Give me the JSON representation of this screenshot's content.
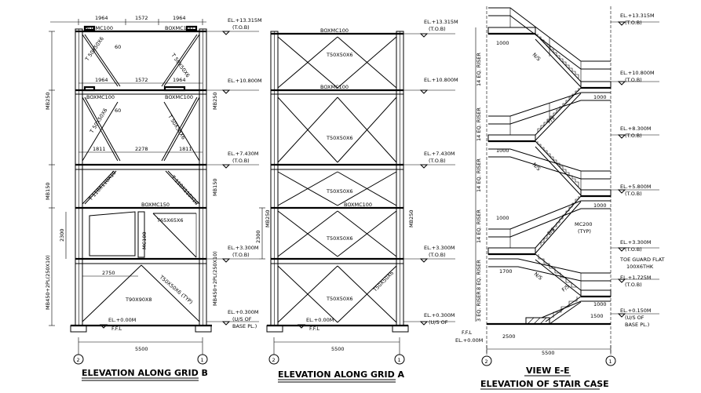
{
  "elevation_b": {
    "title": "ELEVATION ALONG GRID B",
    "grid_left": "2",
    "grid_right": "1",
    "overall_width": "5500",
    "top_dims": [
      "1964",
      "1572",
      "1964"
    ],
    "mid_dims": [
      "1964",
      "1572",
      "1964"
    ],
    "low_dims": [
      "1811",
      "2278",
      "1811"
    ],
    "beam_top_left": "BOXMC100",
    "beam_top_right": "BOXMC100",
    "beam_mid_left": "BOXMC100",
    "beam_mid_right": "BOXMC100",
    "beam_box150": "BOXMC150",
    "brace_top_l": "T 50X50X6",
    "brace_top_r": "T 50X50X6",
    "brace_mid_l": "T 50X50X6",
    "brace_mid_r": "T 50X50X6",
    "brace_low_l": "T 110X110X10",
    "brace_low_r": "T 110X110X10",
    "brace_bot": "T90X90X8",
    "brace_side": "T65X65X6",
    "brace_typ": "T50X50X6 (TYP)",
    "mc100": "MC100",
    "panel_2750": "2750",
    "panel_2300": "2300",
    "col_left_top": "MB250",
    "col_left_mid": "MB150",
    "col_left_bot": "MB450+2PL(250X10)",
    "col_right_top": "MB250",
    "col_right_mid": "MB150",
    "col_right_bot": "MB450+2PL(250X10)",
    "dim_60a": "60",
    "dim_60b": "60",
    "el_1": "EL.+13.315M",
    "el_1b": "(T.O.B)",
    "el_2": "EL.+10.800M",
    "el_3": "EL.+7.430M",
    "el_3b": "(T.O.B)",
    "el_4": "EL.+3.300M",
    "el_4b": "(T.O.B)",
    "el_5": "EL.+0.300M",
    "el_5b": "(U/S OF",
    "el_5c": "BASE PL.)",
    "ffl_el": "EL.+0.00M",
    "ffl": "F.F.L"
  },
  "elevation_a": {
    "title": "ELEVATION ALONG GRID A",
    "grid_left": "2",
    "grid_right": "1",
    "overall_width": "5500",
    "beam_1": "BOXMC100",
    "beam_2": "BOXMC100",
    "beam_3": "BOXMC100",
    "brace_1": "T50X50X6",
    "brace_2": "T50X50X6",
    "brace_3": "T50X50X6",
    "brace_4": "T50X50X6",
    "brace_5": "T50X50X6",
    "brace_6": "T50X50X6",
    "col_left": "MB250",
    "col_right": "MB250",
    "panel_2300": "2300",
    "el_1": "EL.+13.315M",
    "el_1b": "(T.O.B)",
    "el_2": "EL.+10.800M",
    "el_3": "EL.+7.430M",
    "el_3b": "(T.O.B)",
    "el_4": "EL.+3.300M",
    "el_4b": "(T.O.B)",
    "el_5": "EL.+0.300M",
    "el_5b": "(U/S OF",
    "ffl_el": "EL.+0.00M",
    "ffl": "F.F.L"
  },
  "stair": {
    "title": "VIEW E-E",
    "subtitle": "ELEVATION OF STAIR CASE",
    "grid_left": "2",
    "grid_right": "1",
    "overall_width": "5500",
    "dim_2500": "2500",
    "dim_1500": "1500",
    "dim_1700": "1700",
    "dim_1000": "1000",
    "riser_14": "14 EQ. RISER",
    "riser_8": "8 EQ. RISER",
    "riser_3": "3 EQ. RISER",
    "ns": "N/S",
    "fs": "F/S",
    "mc200": "MC200",
    "typ": "(TYP)",
    "toe_guard_1": "TOE GUARD FLAT",
    "toe_guard_2": "100X6THK",
    "el_1": "EL.+13.315M",
    "el_1b": "(T.O.B)",
    "el_2": "EL.+10.800M",
    "el_2b": "(T.O.B)",
    "el_3": "EL.+8.300M",
    "el_3b": "(T.O.B)",
    "el_4": "EL.+5.800M",
    "el_4b": "(T.O.B)",
    "el_5": "EL.+3.300M",
    "el_5b": "(T.O.B)",
    "el_6": "EL.+1.725M",
    "el_6b": "(T.O.B)",
    "el_7": "EL.+0.150M",
    "el_7b": "(U/S OF",
    "el_7c": "BASE PL.)",
    "ffl": "F.F.L",
    "ffl_el": "EL.+0.00M"
  }
}
